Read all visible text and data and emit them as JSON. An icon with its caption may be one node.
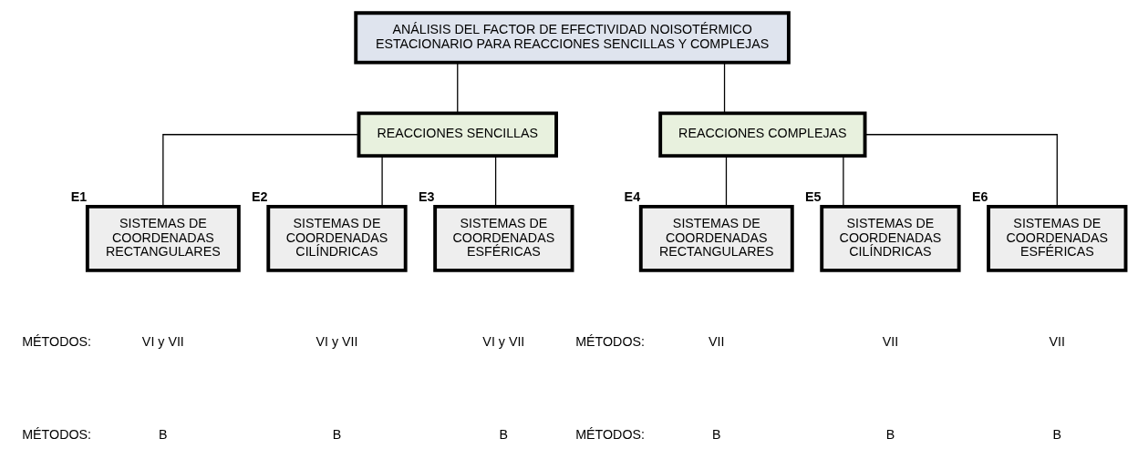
{
  "diagram": {
    "nodes": [
      {
        "text": [
          "ANÁLISIS DEL FACTOR DE EFECTIVIDAD NOISOTÉRMICO ESTACIONARIO PARA REACCIONES SENCILLAS Y COMPLEJAS"
        ]
      },
      {
        "text": [
          "REACCIONES SENCILLAS"
        ]
      },
      {
        "text": [
          "REACCIONES COMPLEJAS"
        ]
      },
      {
        "text": [
          "SISTEMAS DE COORDENADAS RECTANGULARES"
        ],
        "beside": [
          "E1"
        ]
      },
      {
        "text": [
          "SISTEMAS DE COORDENADAS CILÍNDRICAS"
        ],
        "beside": [
          "E2"
        ]
      },
      {
        "text": [
          "SISTEMAS DE COORDENADAS ESFÉRICAS"
        ],
        "beside": [
          "E3"
        ]
      },
      {
        "text": [
          "SISTEMAS DE COORDENADAS RECTANGULARES"
        ],
        "beside": [
          "E4"
        ]
      },
      {
        "text": [
          "SISTEMAS DE COORDENADAS CILÍNDRICAS"
        ],
        "beside": [
          "E5"
        ]
      },
      {
        "text": [
          "SISTEMAS DE COORDENADAS ESFÉRICAS"
        ],
        "beside": [
          "E6"
        ]
      }
    ],
    "edges": [
      {
        "from": 0,
        "to": 1,
        "arrow": "none"
      },
      {
        "from": 0,
        "to": 2,
        "arrow": "none"
      },
      {
        "from": 1,
        "to": 3,
        "arrow": "none"
      },
      {
        "from": 1,
        "to": 4,
        "arrow": "none"
      },
      {
        "from": 1,
        "to": 5,
        "arrow": "none"
      },
      {
        "from": 2,
        "to": 6,
        "arrow": "none"
      },
      {
        "from": 2,
        "to": 7,
        "arrow": "none"
      },
      {
        "from": 2,
        "to": 8,
        "arrow": "none"
      }
    ],
    "labels": [
      "MÉTODOS:",
      "VI y VII",
      "VI y VII",
      "VI y VII",
      "MÉTODOS:",
      "VII",
      "VII",
      "VII",
      "MÉTODOS:",
      "B",
      "B",
      "B",
      "MÉTODOS:",
      "B",
      "B",
      "B"
    ]
  }
}
